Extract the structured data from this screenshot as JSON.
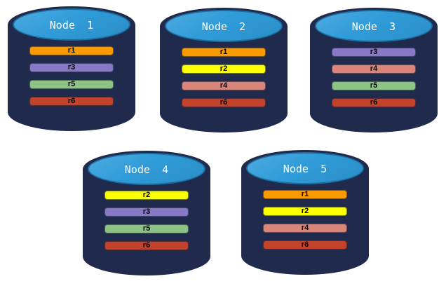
{
  "colors": {
    "cylinder_body": "#1F2A4C",
    "cylinder_top": "#2F9CD9",
    "cylinder_top_ring": "#1C6FA0",
    "replica_r1": "#F99B00",
    "replica_r2": "#FCFF00",
    "replica_r3": "#8879C5",
    "replica_r4": "#D9857A",
    "replica_r5": "#8DC384",
    "replica_r6": "#C2422C"
  },
  "nodes": [
    {
      "title": "Node 1",
      "bars": [
        {
          "label": "r1",
          "color": "#F99B00"
        },
        {
          "label": "r3",
          "color": "#8879C5"
        },
        {
          "label": "r5",
          "color": "#8DC384"
        },
        {
          "label": "r6",
          "color": "#C2422C"
        }
      ]
    },
    {
      "title": "Node 2",
      "bars": [
        {
          "label": "r1",
          "color": "#F99B00"
        },
        {
          "label": "r2",
          "color": "#FCFF00"
        },
        {
          "label": "r4",
          "color": "#D9857A"
        },
        {
          "label": "r6",
          "color": "#C2422C"
        }
      ]
    },
    {
      "title": "Node 3",
      "bars": [
        {
          "label": "r3",
          "color": "#8879C5"
        },
        {
          "label": "r4",
          "color": "#D9857A"
        },
        {
          "label": "r5",
          "color": "#8DC384"
        },
        {
          "label": "r6",
          "color": "#C2422C"
        }
      ]
    },
    {
      "title": "Node 4",
      "bars": [
        {
          "label": "r2",
          "color": "#FCFF00"
        },
        {
          "label": "r3",
          "color": "#8879C5"
        },
        {
          "label": "r5",
          "color": "#8DC384"
        },
        {
          "label": "r6",
          "color": "#C2422C"
        }
      ]
    },
    {
      "title": "Node 5",
      "bars": [
        {
          "label": "r1",
          "color": "#F99B00"
        },
        {
          "label": "r2",
          "color": "#FCFF00"
        },
        {
          "label": "r4",
          "color": "#D9857A"
        },
        {
          "label": "r6",
          "color": "#C2422C"
        }
      ]
    }
  ]
}
